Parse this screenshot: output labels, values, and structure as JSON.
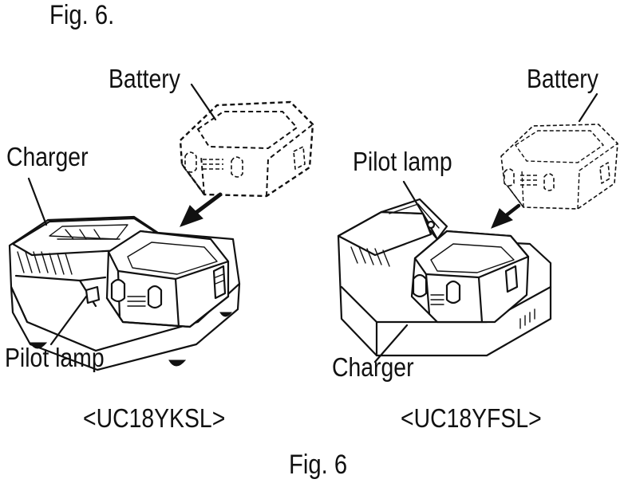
{
  "header": {
    "top_caption": "Fig. 6."
  },
  "left_figure": {
    "battery_label": "Battery",
    "charger_label": "Charger",
    "pilot_lamp_label": "Pilot lamp",
    "model": "<UC18YKSL>"
  },
  "right_figure": {
    "battery_label": "Battery",
    "pilot_lamp_label": "Pilot lamp",
    "charger_label": "Charger",
    "model": "<UC18YFSL>"
  },
  "footer": {
    "caption": "Fig. 6"
  }
}
